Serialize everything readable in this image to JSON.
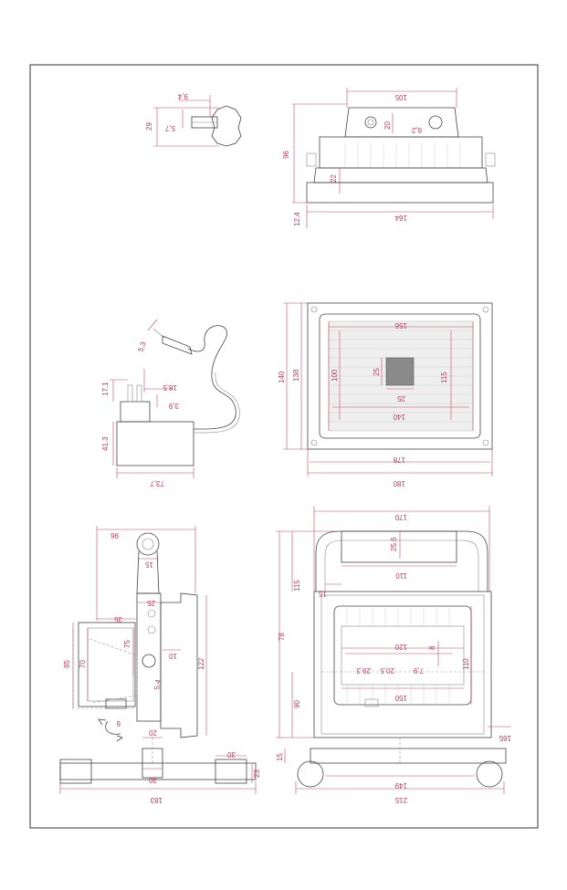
{
  "colors": {
    "dimension": "#b0415b",
    "line": "#444444",
    "frame": "#333333"
  },
  "dims": {
    "knob_w": "9,4",
    "knob_h": "29",
    "knob_d": "5,7",
    "top_w": "105",
    "top_20": "20",
    "top_62": "6,2",
    "top_96": "96",
    "top_22": "22",
    "top_124": "12,4",
    "top_164": "164",
    "plug_53": "5,3",
    "plug_171": "17,1",
    "plug_185": "18,5",
    "plug_39": "3,9",
    "plug_413": "41,3",
    "plug_737": "73,7",
    "front_156": "156",
    "front_140h": "140",
    "front_138": "138",
    "front_100": "100",
    "front_25a": "25",
    "front_25b": "25",
    "front_115": "115",
    "front_140w": "140",
    "front_178": "178",
    "front_180": "180",
    "side_96": "96",
    "side_15": "15",
    "side_25": "25",
    "side_35": "35",
    "side_75": "75",
    "side_85": "85",
    "side_70": "70",
    "side_10": "10",
    "side_122": "122",
    "side_54": "5,4",
    "side_6": "6",
    "side_20": "20",
    "side_30a": "30",
    "side_30b": "30",
    "side_23": "23",
    "side_183": "183",
    "stand_170": "170",
    "stand_256": "25,6",
    "stand_110a": "110",
    "stand_115": "115",
    "stand_15a": "15",
    "stand_78": "78",
    "stand_120": "120",
    "stand_8": "8",
    "stand_79": "7,9",
    "stand_205": "20,5",
    "stand_293": "29,3",
    "stand_110b": "110",
    "stand_150": "150",
    "stand_90": "90",
    "stand_165": "165",
    "stand_15b": "15",
    "stand_149": "149",
    "stand_215": "215"
  }
}
